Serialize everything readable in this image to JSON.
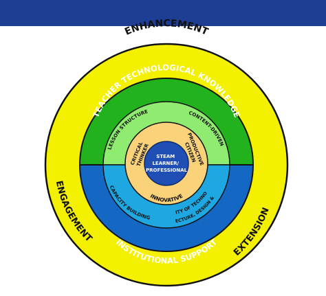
{
  "colors": {
    "banner": "#1d3e93",
    "outer_ring": "#f4f100",
    "top_dark": "#22b21e",
    "top_light": "#90ec70",
    "bottom_dark": "#1567c4",
    "bottom_light": "#1fa7e2",
    "inner_ring": "#f9d27a",
    "center": "#1f4fb5",
    "outline": "#111111"
  },
  "outer": {
    "top": "ENHANCEMENT",
    "left": "ENGAGEMENT",
    "right": "EXTENSION"
  },
  "bands": {
    "top": "TEACHER TECHNOLOGICAL KNOWLEDGE",
    "bottom": "INSTITUTIONAL SUPPORT"
  },
  "middle": {
    "top_left": "LESSON STRUCTURE",
    "top_right": "CONTENT-DRIVEN",
    "bottom_left": "CAPACITY BUILDING",
    "bottom_right_1": "QUALITY OF TECHNOLOGY",
    "bottom_right_2": "ARCHITECTURE, DESIGN & SYSTEM"
  },
  "inner": {
    "left_1": "CRITICAL",
    "left_2": "THINKER",
    "right_1": "PRODUCTIVE",
    "right_2": "CITIZEN",
    "bottom": "INNOVATIVE"
  },
  "center": {
    "line1": "STEAM",
    "line2": "LEARNER/",
    "line3": "PROFESSIONAL"
  }
}
